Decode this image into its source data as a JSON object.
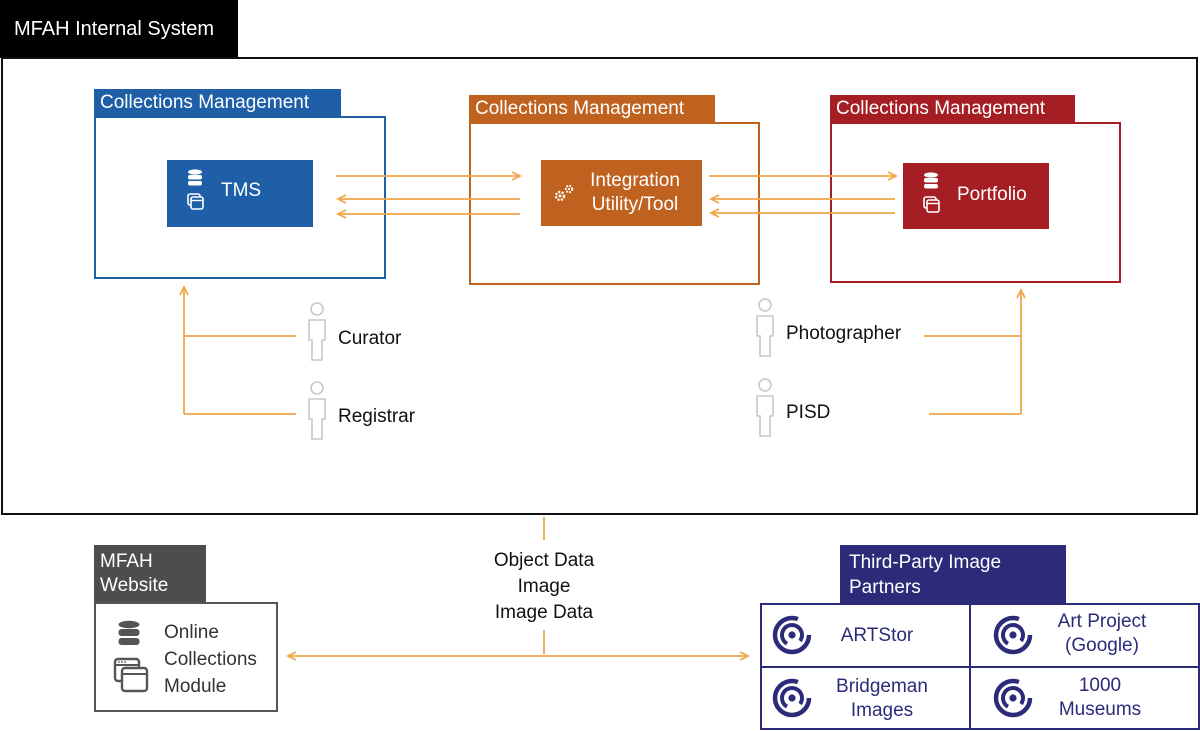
{
  "system": {
    "title": "MFAH Internal System"
  },
  "cm_boxes": [
    {
      "tab": "Collections Management",
      "node": "TMS",
      "color": "#1f5fa8"
    },
    {
      "tab": "Collections Management",
      "node_line1": "Integration",
      "node_line2": "Utility/Tool",
      "color": "#c0621f"
    },
    {
      "tab": "Collections Management",
      "node": "Portfolio",
      "color": "#a41e24"
    }
  ],
  "roles": [
    "Curator",
    "Registrar",
    "Photographer",
    "PISD"
  ],
  "flow_labels": [
    "Object Data",
    "Image",
    "Image Data"
  ],
  "website": {
    "tab_line1": "MFAH",
    "tab_line2": "Website",
    "module_lines": [
      "Online",
      "Collections",
      "Module"
    ]
  },
  "partners": {
    "tab_line1": "Third-Party Image",
    "tab_line2": "Partners",
    "items": [
      {
        "line1": "ARTStor",
        "line2": ""
      },
      {
        "line1": "Art Project",
        "line2": "(Google)"
      },
      {
        "line1": "Bridgeman",
        "line2": "Images"
      },
      {
        "line1": "1000",
        "line2": "Museums"
      }
    ]
  },
  "colors": {
    "arrow": "#f0a648",
    "partner": "#2b2b7a",
    "person": "#c8c8c8"
  }
}
